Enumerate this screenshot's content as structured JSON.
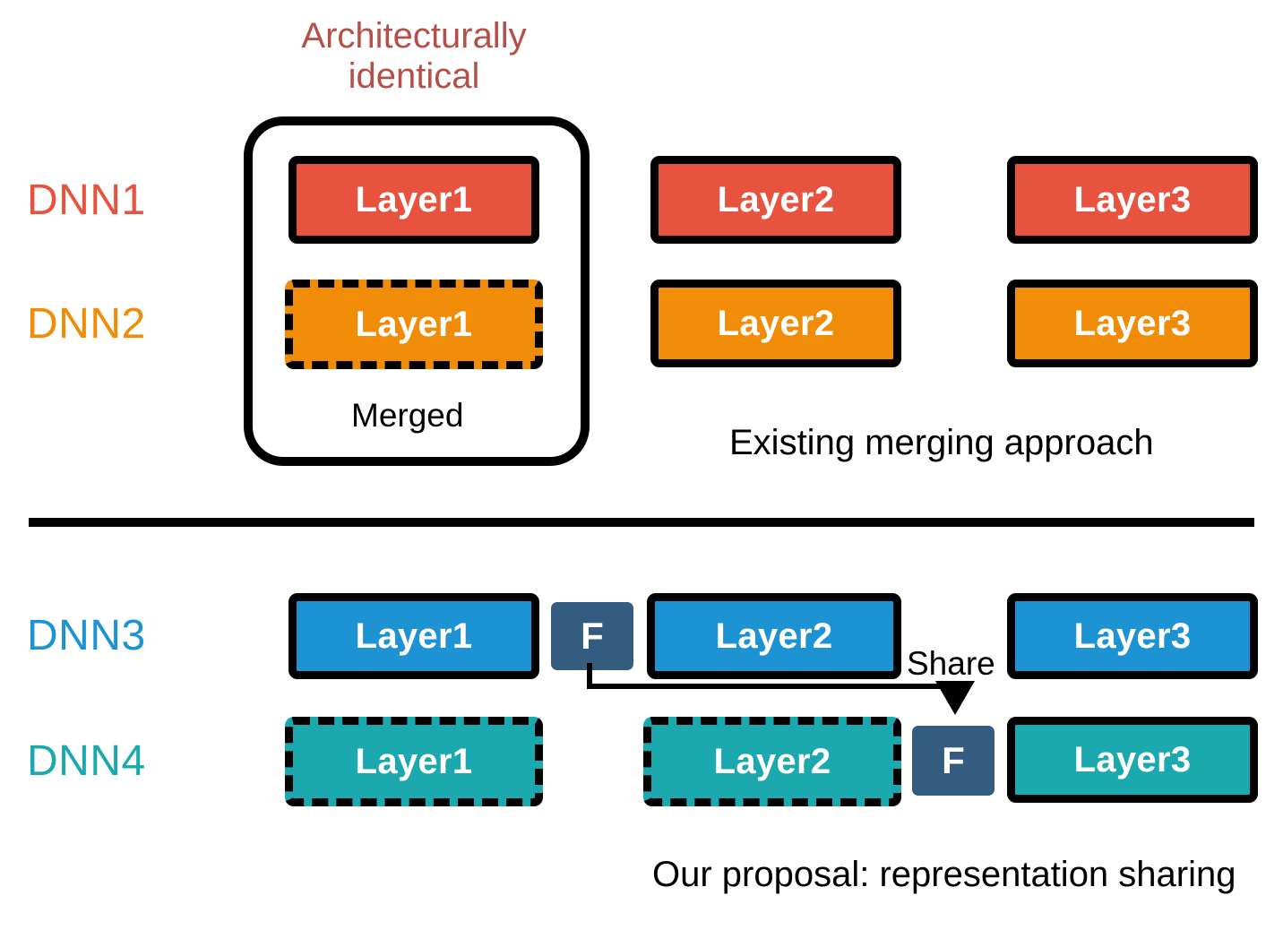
{
  "figure": {
    "top_annotation": "Architecturally\nidentical",
    "top_annotation_color": "#B55048",
    "merged_label": "Merged",
    "existing_caption": "Existing merging approach",
    "proposal_caption": "Our proposal: representation sharing",
    "share_label": "Share",
    "function_box_label": "F",
    "function_box_color": "#335C7E"
  },
  "rows": {
    "dnn1": {
      "label": "DNN1",
      "color": "#E8533F",
      "layers": [
        {
          "name": "Layer1",
          "style": "solid"
        },
        {
          "name": "Layer2",
          "style": "solid"
        },
        {
          "name": "Layer3",
          "style": "solid"
        }
      ]
    },
    "dnn2": {
      "label": "DNN2",
      "color": "#F08C08",
      "layers": [
        {
          "name": "Layer1",
          "style": "dashed"
        },
        {
          "name": "Layer2",
          "style": "solid"
        },
        {
          "name": "Layer3",
          "style": "solid"
        }
      ]
    },
    "dnn3": {
      "label": "DNN3",
      "color": "#1E93D3",
      "layers": [
        {
          "name": "Layer1",
          "style": "solid"
        },
        {
          "name": "Layer2",
          "style": "solid"
        },
        {
          "name": "Layer3",
          "style": "solid"
        }
      ]
    },
    "dnn4": {
      "label": "DNN4",
      "color": "#1BA8AE",
      "layers": [
        {
          "name": "Layer1",
          "style": "dashed"
        },
        {
          "name": "Layer2",
          "style": "dashed"
        },
        {
          "name": "Layer3",
          "style": "solid"
        }
      ]
    }
  }
}
